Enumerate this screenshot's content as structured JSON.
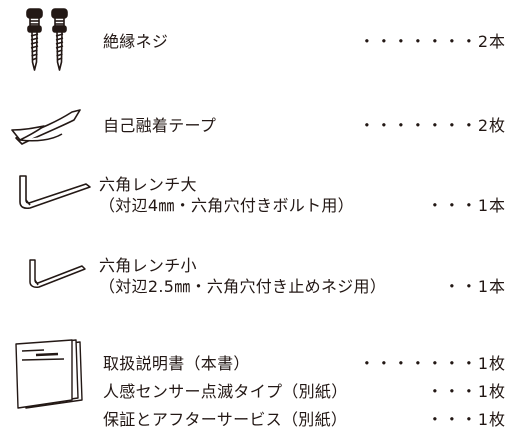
{
  "items": [
    {
      "name": "絶縁ネジ",
      "qty": "・・・・・・・2本"
    },
    {
      "name": "自己融着テープ",
      "qty": "・・・・・・・2枚"
    },
    {
      "name": "六角レンチ大",
      "note": "（対辺4㎜・六角穴付きボルト用）",
      "qty": "・・・1本"
    },
    {
      "name": "六角レンチ小",
      "note": "（対辺2.5㎜・六角穴付き止めネジ用）",
      "qty": "・・1本"
    }
  ],
  "documents": [
    {
      "name": "取扱説明書（本書）",
      "qty": "・・・・・・・1枚"
    },
    {
      "name": "人感センサー点滅タイプ（別紙）",
      "qty": "・・・1枚"
    },
    {
      "name": "保証とアフターサービス（別紙）",
      "qty": "・・・1枚"
    }
  ],
  "icons": {
    "screws": "insulated-screw-icon",
    "tape": "self-fusing-tape-icon",
    "wrench_large": "hex-wrench-large-icon",
    "wrench_small": "hex-wrench-small-icon",
    "manual": "document-stack-icon"
  },
  "colors": {
    "text": "#231815",
    "line": "#231815"
  }
}
